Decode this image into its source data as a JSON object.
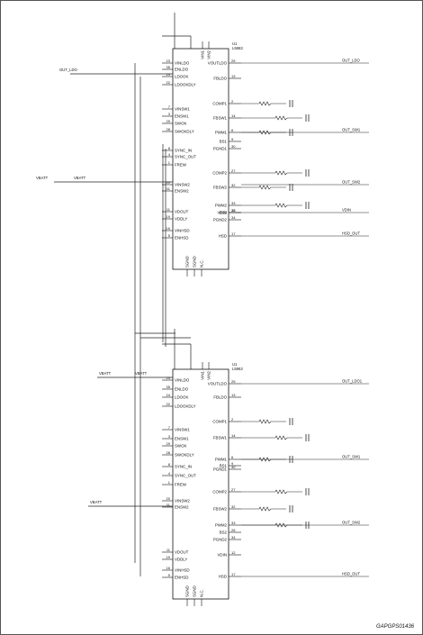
{
  "figure_code": "GAPGPS01436",
  "chips": [
    {
      "ref": "U1",
      "part": "L5963",
      "top_pins": [
        "VIN1",
        "VIN2"
      ],
      "left_pins": [
        {
          "no": "23",
          "name": "VINLDO"
        },
        {
          "no": "35",
          "name": "ENLDO"
        },
        {
          "no": "24",
          "name": "LDOOK"
        },
        {
          "no": "22",
          "name": "LDOOKDLY"
        },
        {
          "no": "7",
          "name": "VINSW1"
        },
        {
          "no": "3",
          "name": "ENSW1"
        },
        {
          "no": "29",
          "name": "SWOK"
        },
        {
          "no": "28",
          "name": "SWOKDLY"
        },
        {
          "no": "8",
          "name": "SYNC_IN"
        },
        {
          "no": "4",
          "name": "SYNC_OUT"
        },
        {
          "no": "1",
          "name": "FREW"
        },
        {
          "no": "20",
          "name": "VINSW2"
        },
        {
          "no": "31",
          "name": "ENSW2"
        },
        {
          "no": "11",
          "name": "VDOUT"
        },
        {
          "no": "19",
          "name": "VDDLY"
        },
        {
          "no": "16",
          "name": "VINHSD"
        },
        {
          "no": "5",
          "name": "ENHSD"
        }
      ],
      "right_pins": [
        {
          "no": "25",
          "name": "VOUTLDO"
        },
        {
          "no": "13",
          "name": "FBLDO"
        },
        {
          "no": "2",
          "name": "COMP1"
        },
        {
          "no": "14",
          "name": "FBSW1"
        },
        {
          "no": "6",
          "name": "PWM1"
        },
        {
          "no": "9",
          "name": "BS1"
        },
        {
          "no": "30",
          "name": "PGND1"
        },
        {
          "no": "27",
          "name": "COMP2"
        },
        {
          "no": "32",
          "name": "FBSW2"
        },
        {
          "no": "33",
          "name": "PWM2"
        },
        {
          "no": "26",
          "name": "BS2"
        },
        {
          "no": "34",
          "name": "PGND2"
        },
        {
          "no": "12",
          "name": "VDIN"
        },
        {
          "no": "17",
          "name": "HSD"
        }
      ],
      "bottom_pins": [
        "SGND",
        "SGND",
        "N.C."
      ],
      "left_labels": [
        "OUT_LDO",
        "VBATT",
        "VBATT"
      ],
      "right_labels": [
        "OUT_LDO",
        "OUT_SW1",
        "OUT_SW2",
        "VDIN",
        "HSD_OUT"
      ]
    },
    {
      "ref": "U1",
      "part": "L5963",
      "top_pins": [
        "VIN1",
        "VIN2"
      ],
      "left_pins": [
        {
          "no": "23",
          "name": "VINLDO"
        },
        {
          "no": "35",
          "name": "ENLDO"
        },
        {
          "no": "24",
          "name": "LDOOK"
        },
        {
          "no": "22",
          "name": "LDOOKDLY"
        },
        {
          "no": "7",
          "name": "VINSW1"
        },
        {
          "no": "3",
          "name": "ENSW1"
        },
        {
          "no": "29",
          "name": "SWOK"
        },
        {
          "no": "28",
          "name": "SWOKDLY"
        },
        {
          "no": "8",
          "name": "SYNC_IN"
        },
        {
          "no": "4",
          "name": "SYNC_OUT"
        },
        {
          "no": "1",
          "name": "FREW"
        },
        {
          "no": "20",
          "name": "VINSW2"
        },
        {
          "no": "31",
          "name": "ENSW2"
        },
        {
          "no": "11",
          "name": "VDOUT"
        },
        {
          "no": "19",
          "name": "VDDLY"
        },
        {
          "no": "16",
          "name": "VINHSD"
        },
        {
          "no": "5",
          "name": "ENHSD"
        }
      ],
      "right_pins": [
        {
          "no": "25",
          "name": "VOUTLDO"
        },
        {
          "no": "13",
          "name": "FBLDO"
        },
        {
          "no": "2",
          "name": "COMP1"
        },
        {
          "no": "14",
          "name": "FBSW1"
        },
        {
          "no": "6",
          "name": "PWM1"
        },
        {
          "no": "9",
          "name": "BS1"
        },
        {
          "no": "30",
          "name": "PGND1"
        },
        {
          "no": "27",
          "name": "COMP2"
        },
        {
          "no": "32",
          "name": "FBSW2"
        },
        {
          "no": "33",
          "name": "PWM2"
        },
        {
          "no": "26",
          "name": "BS2"
        },
        {
          "no": "34",
          "name": "PGND2"
        },
        {
          "no": "12",
          "name": "VDIN"
        },
        {
          "no": "17",
          "name": "HSD"
        }
      ],
      "bottom_pins": [
        "SGND",
        "SGND",
        "N.C."
      ],
      "left_labels": [
        "VBATT",
        "VBATT",
        "VBATT"
      ],
      "right_labels": [
        "OUT_LDO1",
        "OUT_SW1",
        "OUT_SW2",
        "HSD_OUT"
      ]
    }
  ]
}
